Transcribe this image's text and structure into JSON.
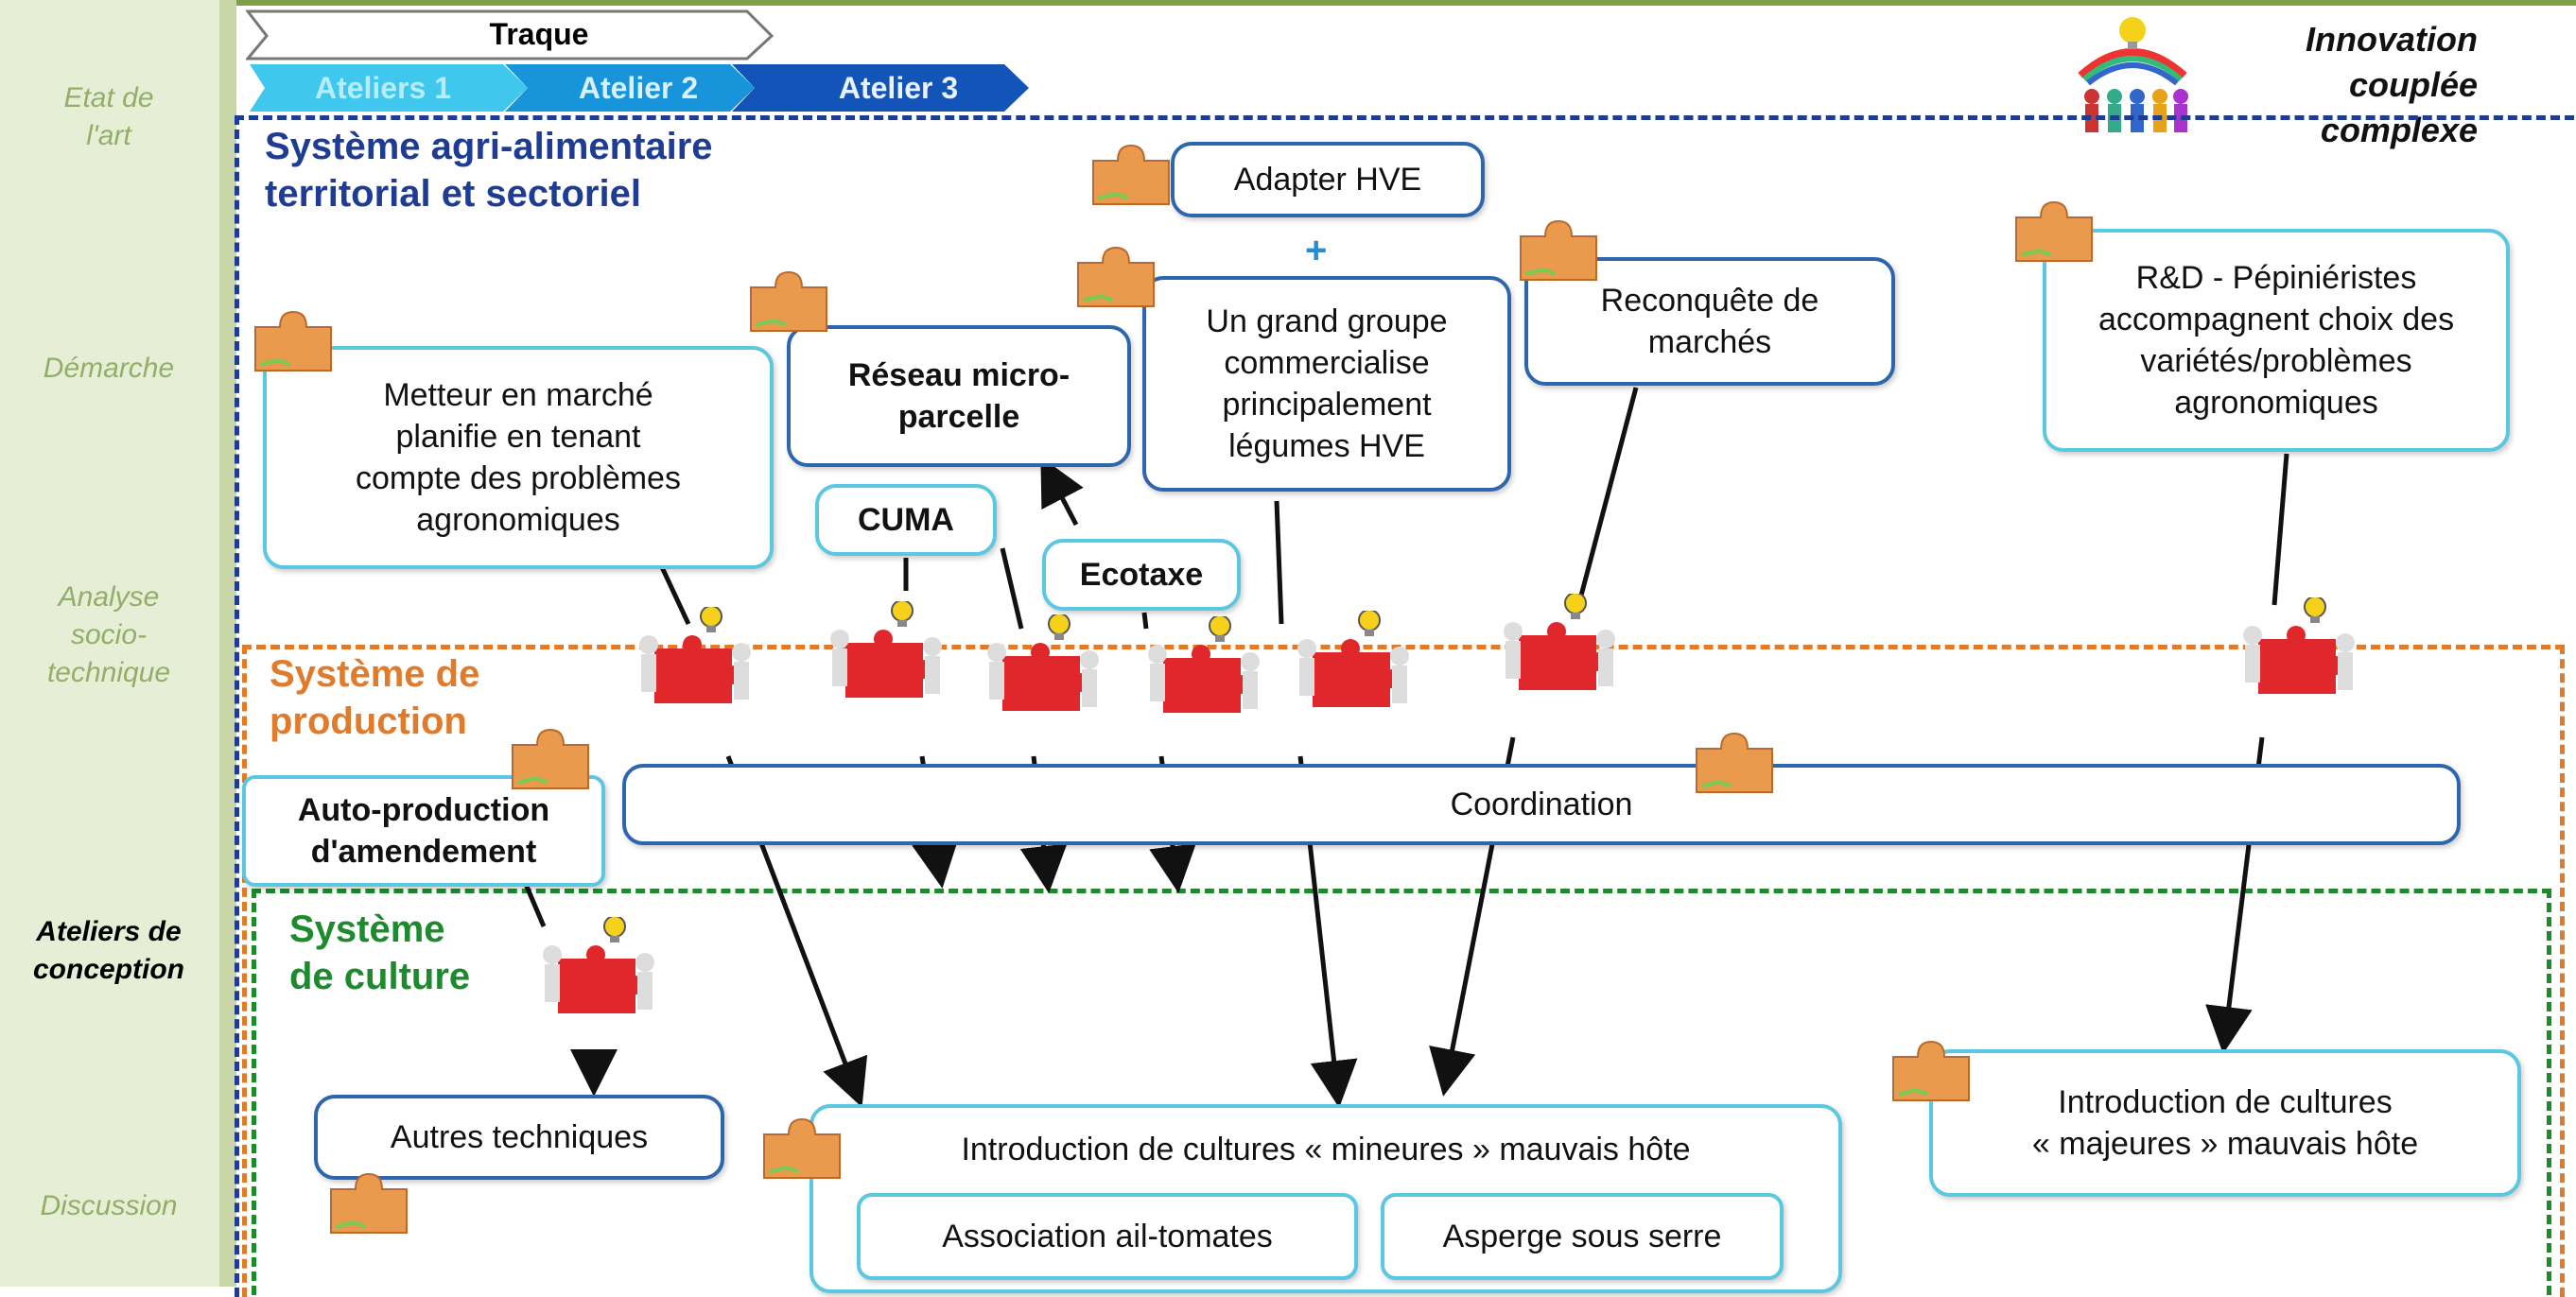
{
  "sidebar": {
    "items": [
      {
        "label": "Etat de\nl'art",
        "active": false
      },
      {
        "label": "Démarche",
        "active": false
      },
      {
        "label": "Analyse\nsocio-\ntechnique",
        "active": false
      },
      {
        "label": "Ateliers de\nconception",
        "active": true
      },
      {
        "label": "Discussion",
        "active": false
      }
    ]
  },
  "header": {
    "traque": "Traque",
    "steps": [
      "Ateliers 1",
      "Atelier 2",
      "Atelier 3"
    ],
    "innovation_label": "Innovation couplée\ncomplexe"
  },
  "sections": {
    "agri": "Système agri-alimentaire\nterritorial et sectoriel",
    "production": "Système de\nproduction",
    "culture": "Système\nde culture"
  },
  "boxes": {
    "adapter_hve": "Adapter HVE",
    "plus": "+",
    "grand_groupe": "Un grand groupe\ncommercialise\nprincipalement\nlégumes HVE",
    "reconquete": "Reconquête de\nmarchés",
    "rd": "R&D - Pépiniéristes\naccompagnent choix des\nvariétés/problèmes\nagronomiques",
    "metteur": "Metteur en marché\nplanifie en tenant\ncompte des problèmes\nagronomiques",
    "reseau": "Réseau micro-\nparcelle",
    "cuma": "CUMA",
    "ecotaxe": "Ecotaxe",
    "auto_production": "Auto-production\nd'amendement",
    "coordination": "Coordination",
    "autres": "Autres techniques",
    "mineures": "Introduction de cultures « mineures » mauvais hôte",
    "association": "Association ail-tomates",
    "asperge": "Asperge sous serre",
    "majeures": "Introduction de cultures\n« majeures » mauvais hôte"
  },
  "colors": {
    "agri_frame": "#1f3c94",
    "production_frame": "#e07b2c",
    "culture_frame": "#1e8a2e",
    "box_light": "#5bc7e0",
    "box_dark": "#2e66ad",
    "sidebar_bg": "#e7eed6",
    "sidebar_text": "#93ae69",
    "puzzle": "#e99a4c",
    "puzzle_red": "#e0272b"
  }
}
